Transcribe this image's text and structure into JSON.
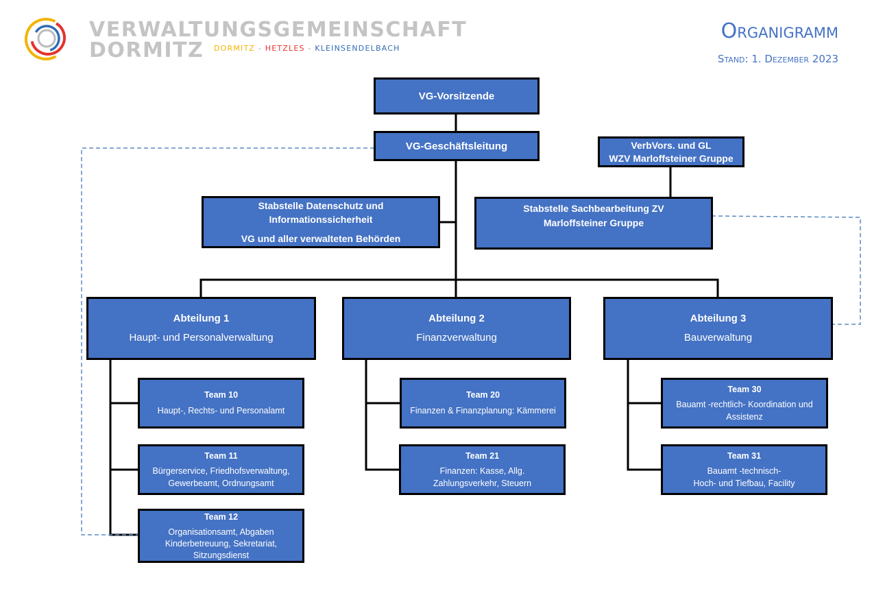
{
  "header": {
    "logo_name_line1": "VERWALTUNGSGEMEINSCHAFT",
    "logo_name_line2": "DORMITZ",
    "members": [
      "DORMITZ",
      "HETZLES",
      "KLEINSENDELBACH"
    ],
    "member_separator": "-",
    "member_colors": [
      "#f2b400",
      "#e3342f",
      "#2f6cb5"
    ],
    "title": "Organigramm",
    "date": "Stand: 1. Dezember 2023"
  },
  "colors": {
    "box_fill": "#4472c4",
    "box_border": "#000000",
    "text": "#ffffff",
    "dashed_line": "#5b8ac0"
  },
  "org": {
    "vg_chair": {
      "label": "VG-Vorsitzende"
    },
    "vg_management": {
      "label": "VG-Geschäftsleitung"
    },
    "wzv_head": {
      "line1": "VerbVors. und GL",
      "line2": "WZV Marloffsteiner Gruppe"
    },
    "staff_privacy": {
      "line1": "Stabstelle Datenschutz und",
      "line2": "Informationssicherheit",
      "line3": "VG und aller verwalteten Behörden"
    },
    "staff_zv": {
      "line1": "Stabstelle Sachbearbeitung ZV",
      "line2": "Marloffsteiner Gruppe"
    },
    "dept1": {
      "name": "Abteilung 1",
      "desc": "Haupt- und Personalverwaltung"
    },
    "dept2": {
      "name": "Abteilung 2",
      "desc": "Finanzverwaltung"
    },
    "dept3": {
      "name": "Abteilung 3",
      "desc": "Bauverwaltung"
    },
    "team10": {
      "name": "Team 10",
      "line1": "Haupt-, Rechts- und Personalamt"
    },
    "team11": {
      "name": "Team 11",
      "line1": "Bürgerservice, Friedhofsverwaltung,",
      "line2": "Gewerbeamt, Ordnungsamt"
    },
    "team12": {
      "name": "Team 12",
      "line1": "Organisationsamt, Abgaben",
      "line2": "Kinderbetreuung, Sekretariat,",
      "line3": "Sitzungsdienst"
    },
    "team20": {
      "name": "Team 20",
      "line1": "Finanzen & Finanzplanung: Kämmerei"
    },
    "team21": {
      "name": "Team 21",
      "line1": "Finanzen: Kasse, Allg.",
      "line2": "Zahlungsverkehr, Steuern"
    },
    "team30": {
      "name": "Team 30",
      "line1": "Bauamt -rechtlich- Koordination und",
      "line2": "Assistenz"
    },
    "team31": {
      "name": "Team 31",
      "line1": "Bauamt -technisch-",
      "line2": "Hoch- und Tiefbau, Facility"
    }
  }
}
